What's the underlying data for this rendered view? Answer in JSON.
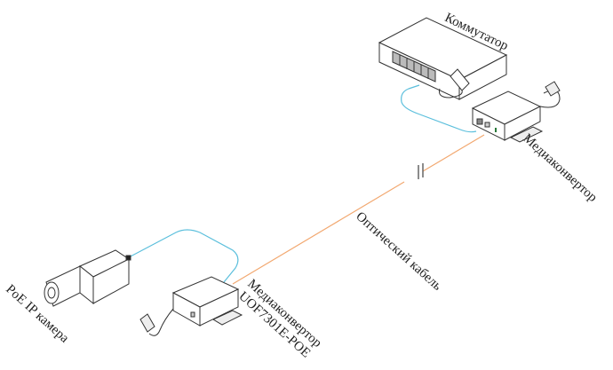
{
  "diagram": {
    "title": "PoE IP camera fiber link",
    "colors": {
      "ethernet_cable": "#5bbfdc",
      "fiber_cable": "#f2a870",
      "device_outline": "#333333",
      "device_fill": "#ffffff"
    },
    "nodes": [
      {
        "id": "switch",
        "label": "Коммутатор"
      },
      {
        "id": "media_converter_top",
        "label": "Медиаконвертор"
      },
      {
        "id": "camera",
        "label": "PoE IP камера"
      },
      {
        "id": "media_converter_bottom",
        "label_line1": "Медиаконвертор",
        "label_line2": "UOF7301E-POE"
      }
    ],
    "edges": [
      {
        "from": "switch",
        "to": "media_converter_top",
        "type": "ethernet"
      },
      {
        "from": "media_converter_top",
        "to": "media_converter_bottom",
        "type": "fiber",
        "label": "Оптический кабель"
      },
      {
        "from": "media_converter_bottom",
        "to": "camera",
        "type": "ethernet"
      }
    ]
  }
}
